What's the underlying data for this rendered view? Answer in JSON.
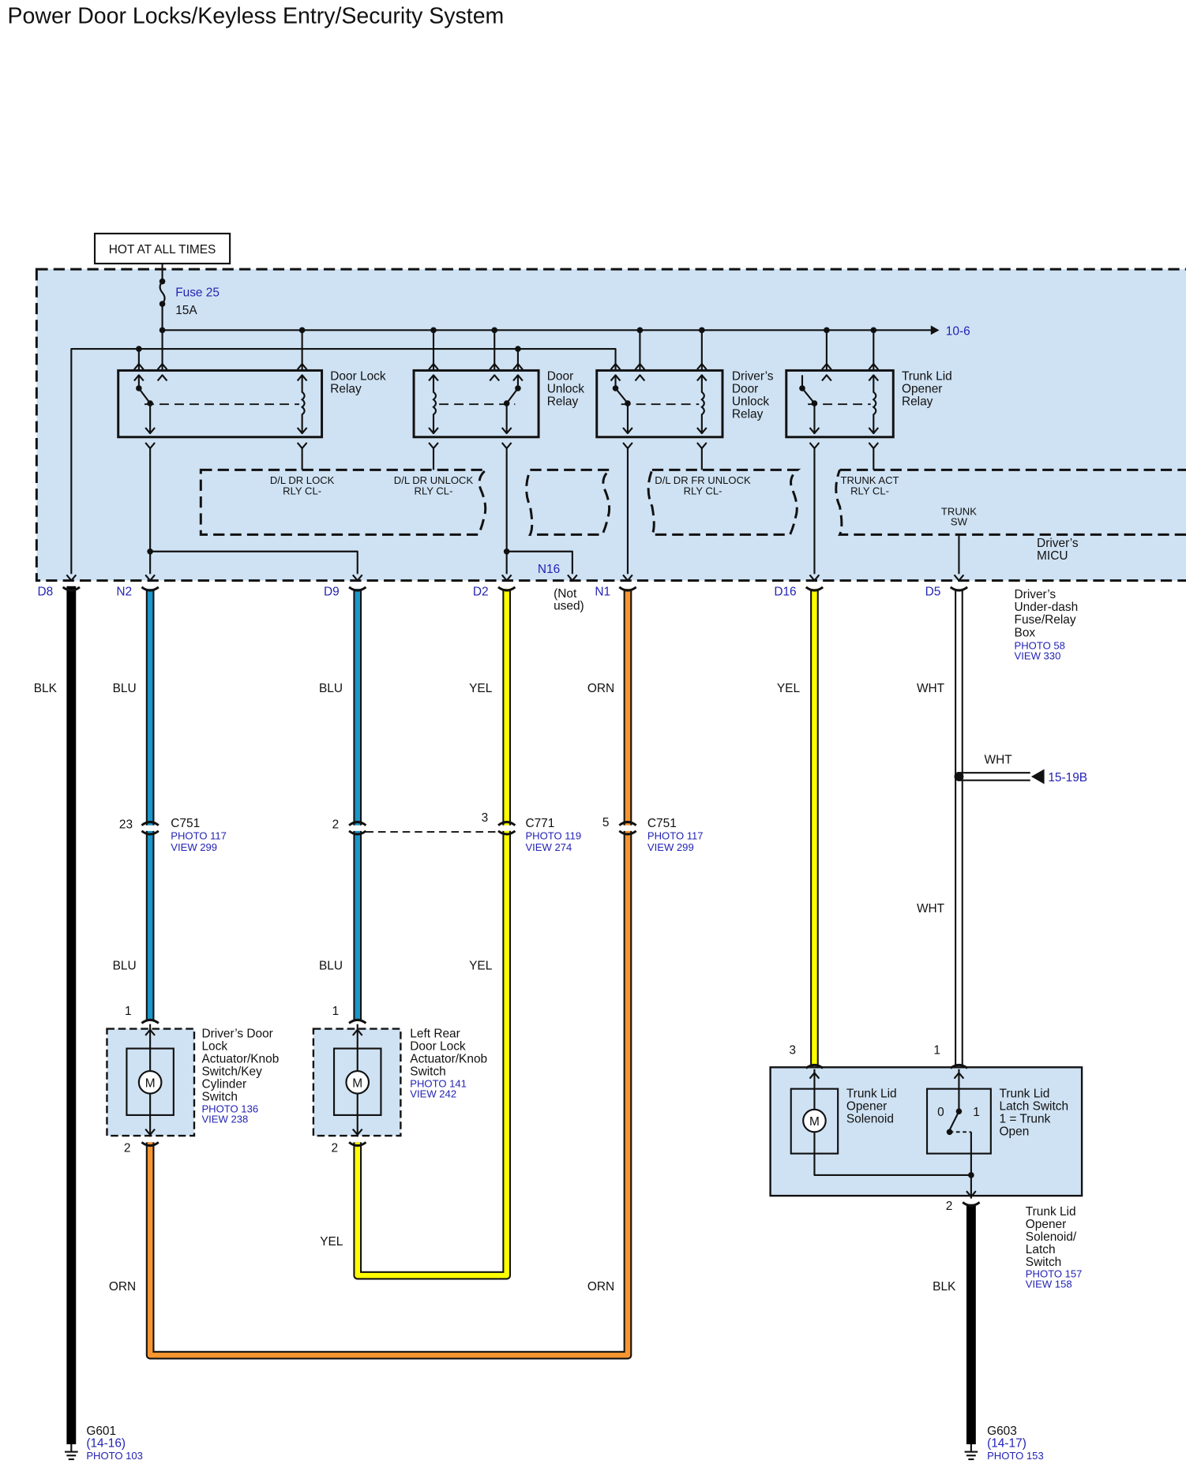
{
  "title": "Power Door Locks/Keyless Entry/Security System",
  "hot_label": "HOT AT ALL TIMES",
  "fuse": {
    "name": "Fuse 25",
    "rating": "15A"
  },
  "bus_ref": "10-6",
  "relays": [
    {
      "lines": [
        "Door Lock",
        "Relay"
      ]
    },
    {
      "lines": [
        "Door",
        "Unlock",
        "Relay"
      ]
    },
    {
      "lines": [
        "Driver’s",
        "Door",
        "Unlock",
        "Relay"
      ]
    },
    {
      "lines": [
        "Trunk Lid",
        "Opener",
        "Relay"
      ]
    }
  ],
  "micu": {
    "name": [
      "Driver’s",
      "MICU"
    ],
    "pins": [
      [
        "D/L DR LOCK",
        "RLY CL-"
      ],
      [
        "D/L DR UNLOCK",
        "RLY CL-"
      ],
      [
        "D/L DR FR UNLOCK",
        "RLY CL-"
      ],
      [
        "TRUNK ACT",
        "RLY CL-"
      ],
      [
        "TRUNK",
        "SW"
      ]
    ]
  },
  "fuse_box": {
    "name": [
      "Driver’s",
      "Under-dash",
      "Fuse/Relay",
      "Box"
    ],
    "photo": "PHOTO 58",
    "view": "VIEW 330"
  },
  "terminals": {
    "d8": "D8",
    "n2": "N2",
    "d9": "D9",
    "d2": "D2",
    "n16": "N16",
    "not_used": [
      "(Not",
      "used)"
    ],
    "n1": "N1",
    "d16": "D16",
    "d5": "D5"
  },
  "wire_colors": {
    "BLK": "#000000",
    "BLU": "#1a96c8",
    "YEL": "#ffff00",
    "ORN": "#f7962f",
    "WHT": "#ffffff"
  },
  "accent_colors": {
    "box_fill": "#cfe2f3",
    "ref_text": "#2323b4"
  },
  "wire_labels": [
    "BLK",
    "BLU",
    "BLU",
    "YEL",
    "ORN",
    "YEL",
    "WHT",
    "BLU",
    "BLU",
    "YEL",
    "WHT",
    "YEL",
    "ORN",
    "ORN",
    "BLK"
  ],
  "splice": {
    "wire": "WHT",
    "ref": "15-19B"
  },
  "inline_connectors": [
    {
      "pin": "23",
      "name": "C751",
      "photo": "PHOTO 117",
      "view": "VIEW 299"
    },
    {
      "pin": "2"
    },
    {
      "pin": "3",
      "name": "C771",
      "photo": "PHOTO 119",
      "view": "VIEW 274"
    },
    {
      "pin": "5",
      "name": "C751",
      "photo": "PHOTO 117",
      "view": "VIEW 299"
    }
  ],
  "components": [
    {
      "lines": [
        "Driver’s Door",
        "Lock",
        "Actuator/Knob",
        "Switch/Key",
        "Cylinder",
        "Switch"
      ],
      "photo": "PHOTO 136",
      "view": "VIEW 238",
      "pin_top": "1",
      "pin_bottom": "2",
      "motor": "M"
    },
    {
      "lines": [
        "Left Rear",
        "Door Lock",
        "Actuator/Knob",
        "Switch"
      ],
      "photo": "PHOTO 141",
      "view": "VIEW 242",
      "pin_top": "1",
      "pin_bottom": "2",
      "motor": "M"
    }
  ],
  "trunk": {
    "solenoid": [
      "Trunk Lid",
      "Opener",
      "Solenoid"
    ],
    "switch": [
      "Trunk Lid",
      "Latch Switch",
      "1 = Trunk",
      "Open"
    ],
    "switch_pos0": "0",
    "switch_pos1": "1",
    "motor": "M",
    "pin_solenoid": "3",
    "pin_switch": "1",
    "pin_ground": "2",
    "name": [
      "Trunk Lid",
      "Opener",
      "Solenoid/",
      "Latch",
      "Switch"
    ],
    "photo": "PHOTO 157",
    "view": "VIEW 158"
  },
  "grounds": [
    {
      "name": "G601",
      "ref": "(14-16)",
      "photo": "PHOTO 103"
    },
    {
      "name": "G603",
      "ref": "(14-17)",
      "photo": "PHOTO 153"
    }
  ]
}
